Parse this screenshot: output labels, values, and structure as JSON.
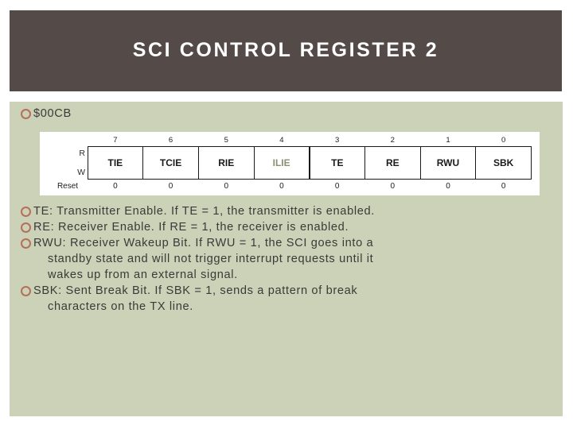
{
  "slide": {
    "title": "SCI CONTROL REGISTER 2",
    "address_bullet": "$00CB",
    "colors": {
      "header_bar": "#544a47",
      "body_panel": "#ccd2b8",
      "bullet_ring": "#b5705a",
      "title_text": "#ffffff",
      "body_text": "#3a3a38",
      "figure_background": "#ffffff"
    }
  },
  "register_figure": {
    "row_labels": {
      "read": "R",
      "write": "W",
      "reset": "Reset"
    },
    "bit_numbers": [
      "7",
      "6",
      "5",
      "4",
      "3",
      "2",
      "1",
      "0"
    ],
    "bit_names": [
      "TIE",
      "TCIE",
      "RIE",
      "ILIE",
      "TE",
      "RE",
      "RWU",
      "SBK"
    ],
    "reset_values": [
      "0",
      "0",
      "0",
      "0",
      "0",
      "0",
      "0",
      "0"
    ]
  },
  "descriptions": [
    {
      "line1": "TE: Transmitter Enable. If TE = 1, the transmitter is enabled.",
      "line2": "",
      "line3": ""
    },
    {
      "line1": "RE: Receiver Enable. If RE = 1, the receiver is enabled.",
      "line2": "",
      "line3": ""
    },
    {
      "line1": "RWU: Receiver Wakeup Bit. If RWU = 1, the SCI goes into a",
      "line2": "standby state and will not trigger interrupt requests until it",
      "line3": "wakes up from an external signal."
    },
    {
      "line1": "SBK: Sent Break Bit. If SBK  = 1, sends a pattern of break",
      "line2": "characters on the TX line.",
      "line3": ""
    }
  ]
}
